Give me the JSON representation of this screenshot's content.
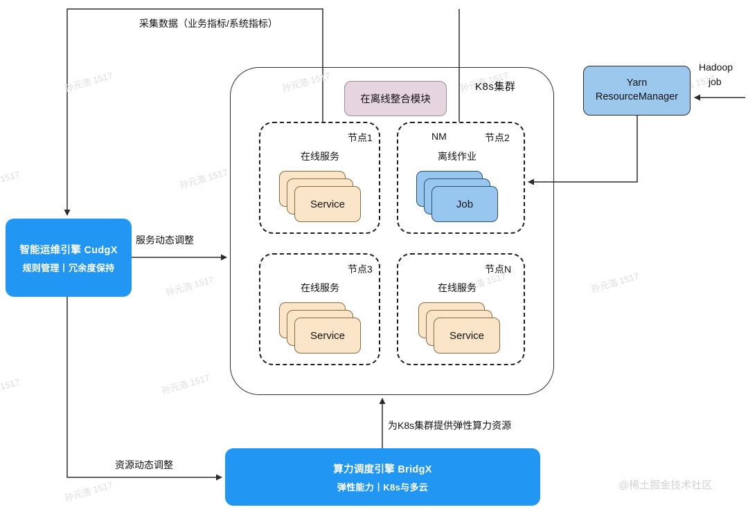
{
  "diagram": {
    "title_watermark": "@稀土掘金技术社区",
    "colors": {
      "engine_blue": "#2196f3",
      "yarn_blue": "#9dc8ee",
      "service_card": "#fae5c8",
      "job_card": "#97c6ee",
      "integration_module": "#e6d4df",
      "line": "#2b2b2b"
    },
    "cluster": {
      "label": "K8s集群",
      "integration_module": "在离线整合模块",
      "nodes": [
        {
          "name": "节点1",
          "service_kind": "在线服务",
          "card_label": "Service",
          "nm": ""
        },
        {
          "name": "节点2",
          "service_kind": "离线作业",
          "card_label": "Job",
          "nm": "NM"
        },
        {
          "name": "节点3",
          "service_kind": "在线服务",
          "card_label": "Service",
          "nm": ""
        },
        {
          "name": "节点N",
          "service_kind": "在线服务",
          "card_label": "Service",
          "nm": ""
        }
      ]
    },
    "engines": {
      "cudgx": {
        "title": "智能运维引擎 CudgX",
        "subtitle": "规则管理丨冗余度保持"
      },
      "bridgx": {
        "title": "算力调度引擎 BridgX",
        "subtitle": "弹性能力丨K8s与多云"
      }
    },
    "yarn": {
      "line1": "Yarn",
      "line2": "ResourceManager"
    },
    "edges": {
      "collect_data": "采集数据（业务指标/系统指标）",
      "service_adjust": "服务动态调整",
      "resource_adjust": "资源动态调整",
      "elastic_compute": "为K8s集群提供弹性算力资源",
      "hadoop_job_line1": "Hadoop",
      "hadoop_job_line2": "job"
    },
    "watermarks": [
      "孙元浩 1517",
      "孙元浩 1517",
      "孙元浩 1517",
      "孙元浩 1517",
      "1517",
      "孙元浩 1517",
      "孙元浩 1517",
      "1517",
      "孙元浩 1517",
      "孙元浩 1517",
      "孙元浩 1517",
      "孙元浩 1517"
    ]
  }
}
